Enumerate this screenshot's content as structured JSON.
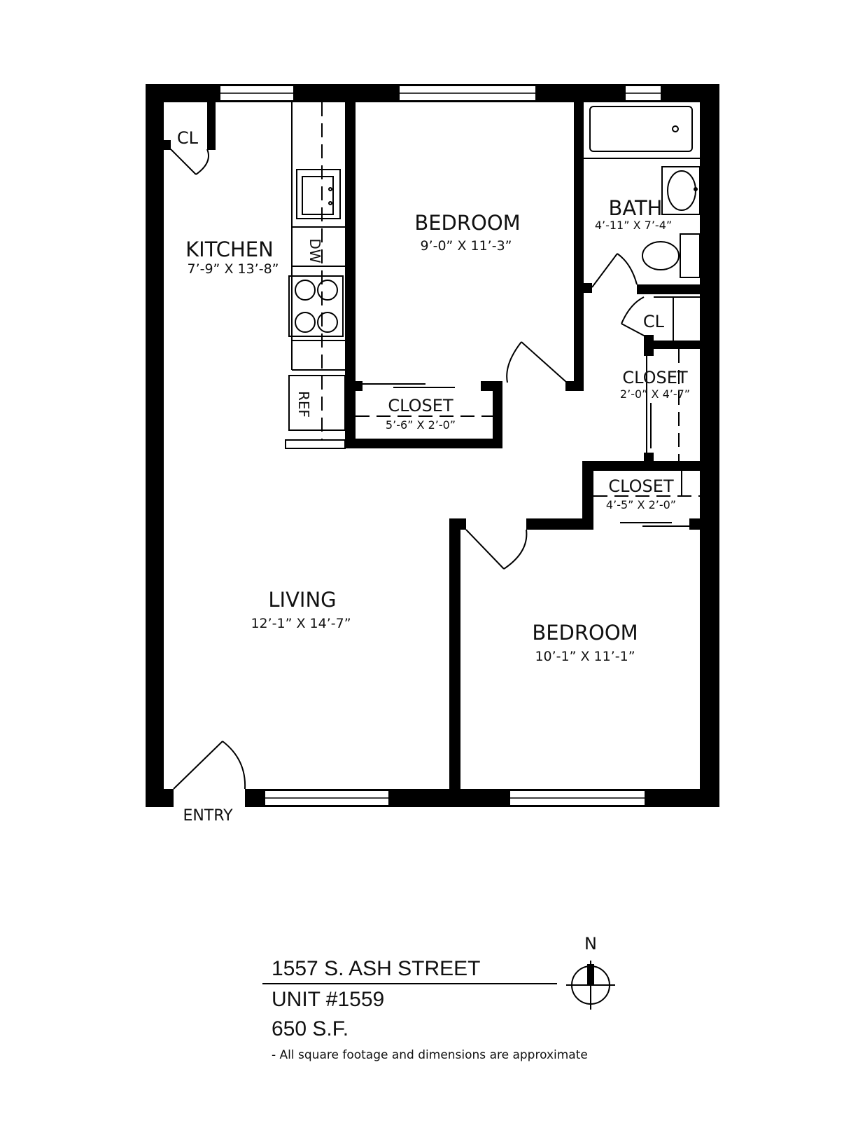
{
  "rooms": {
    "kitchen": {
      "name": "KITCHEN",
      "dims": "7’-9” X 13’-8”"
    },
    "bedroom_north": {
      "name": "BEDROOM",
      "dims": "9’-0” X 11’-3”"
    },
    "bath": {
      "name": "BATH",
      "dims": "4’-11” X 7’-4”"
    },
    "closet_bedroom_north": {
      "name": "CLOSET",
      "dims": "5’-6” X 2’-0”"
    },
    "closet_hall": {
      "name": "CLOSET",
      "dims": "2’-0” X 4’-7”"
    },
    "closet_bedroom_south": {
      "name": "CLOSET",
      "dims": "4’-5” X 2’-0”"
    },
    "living": {
      "name": "LIVING",
      "dims": "12’-1” X 14’-7”"
    },
    "bedroom_south": {
      "name": "BEDROOM",
      "dims": "10’-1” X 11’-1”"
    }
  },
  "fixtures": {
    "cl_kitchen": "CL",
    "cl_hall": "CL",
    "dishwasher": "DW",
    "refrigerator": "REF"
  },
  "entry_label": "ENTRY",
  "compass_label": "N",
  "info": {
    "address": "1557 S. ASH STREET",
    "unit": "UNIT #1559",
    "area": "650 S.F.",
    "note": "- All square footage and dimensions are approximate"
  }
}
